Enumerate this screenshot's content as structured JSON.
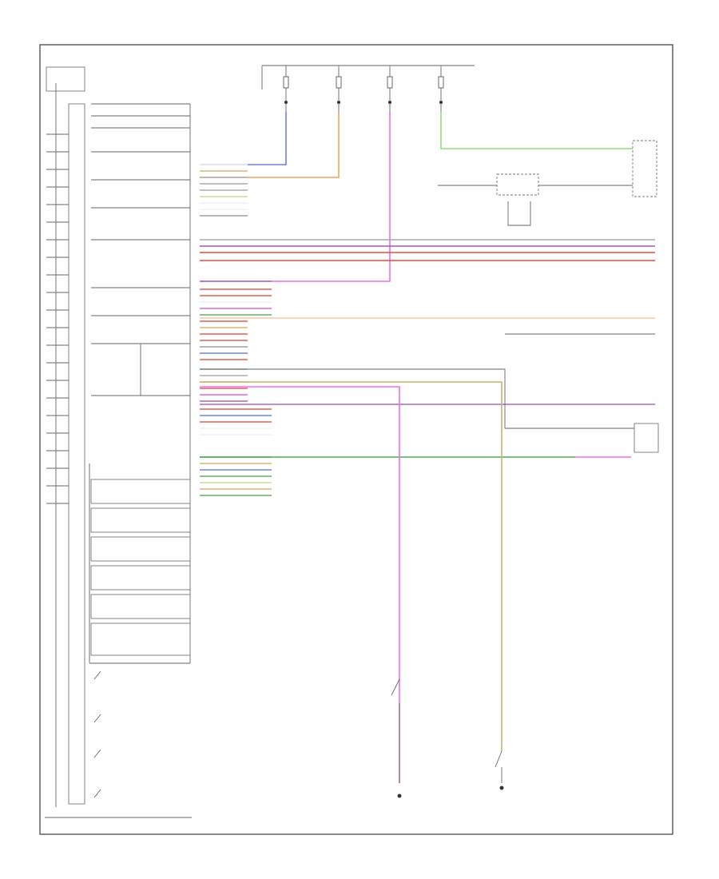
{
  "meta": {
    "badge": "",
    "footer": "",
    "corner": ""
  },
  "module_label": "",
  "left_pins": [
    "",
    "",
    "",
    "",
    "",
    "",
    "",
    "",
    "",
    "",
    "",
    "",
    "",
    "",
    "",
    "",
    "",
    "",
    "",
    "",
    "",
    ""
  ],
  "fuses": [
    {
      "id": "fuse-1",
      "label": "",
      "sub": ""
    },
    {
      "id": "fuse-2",
      "label": "",
      "sub": ""
    },
    {
      "id": "fuse-3",
      "label": "",
      "sub": ""
    },
    {
      "id": "fuse-4",
      "label": "",
      "sub": ""
    }
  ],
  "fuse_note": "",
  "switch_labels": [
    "",
    "",
    "",
    "",
    "",
    "",
    "",
    "",
    "",
    "",
    "",
    "",
    "",
    "",
    "",
    "",
    "",
    "",
    "",
    ""
  ],
  "wires": [
    {
      "label": "",
      "color": "#ffffff",
      "note": ""
    },
    {
      "label": "",
      "color": "#e9b46a",
      "note": ""
    },
    {
      "label": "",
      "color": "#aaaaaa",
      "note": ""
    },
    {
      "label": "",
      "color": "#aaaaaa",
      "note": ""
    },
    {
      "label": "",
      "color": "#aaaaaa",
      "note": ""
    },
    {
      "label": "",
      "color": "#d7e38a",
      "note": ""
    },
    {
      "label": "",
      "color": "#ffffff",
      "note": ""
    },
    {
      "label": "",
      "color": "#ffffff",
      "note": ""
    },
    {
      "label": "",
      "color": "#999999",
      "note": ""
    },
    {
      "label": "",
      "color": "#9b59b6",
      "note": ""
    },
    {
      "label": "",
      "color": "#e74c3c",
      "note": ""
    },
    {
      "label": "",
      "color": "#e74c3c",
      "note": ""
    },
    {
      "label": "",
      "color": "#ffffff",
      "note": ""
    },
    {
      "label": "",
      "color": "#e056e0",
      "note": ""
    },
    {
      "label": "",
      "color": "#4caf50",
      "note": ""
    },
    {
      "label": "",
      "color": "#e74c3c",
      "note": ""
    },
    {
      "label": "",
      "color": "#e9b46a",
      "note": ""
    },
    {
      "label": "",
      "color": "#e74c3c",
      "note": ""
    },
    {
      "label": "",
      "color": "#e74c3c",
      "note": ""
    },
    {
      "label": "",
      "color": "#999999",
      "note": ""
    },
    {
      "label": "",
      "color": "#5b7bf0",
      "note": ""
    },
    {
      "label": "",
      "color": "#e74c3c",
      "note": ""
    },
    {
      "label": "",
      "color": "#999999",
      "note": ""
    },
    {
      "label": "",
      "color": "#aaaaaa",
      "note": ""
    },
    {
      "label": "",
      "color": "#e9b46a",
      "note": ""
    },
    {
      "label": "",
      "color": "#e74c3c",
      "note": ""
    },
    {
      "label": "",
      "color": "#e056e0",
      "note": ""
    },
    {
      "label": "",
      "color": "#9b59b6",
      "note": ""
    },
    {
      "label": "",
      "color": "#e74c3c",
      "note": ""
    },
    {
      "label": "",
      "color": "#5b7bf0",
      "note": ""
    },
    {
      "label": "",
      "color": "#e74c3c",
      "note": ""
    },
    {
      "label": "",
      "color": "#ffffff",
      "note": ""
    },
    {
      "label": "",
      "color": "#ffffff",
      "note": ""
    },
    {
      "label": "",
      "color": "#4caf50",
      "note": ""
    },
    {
      "label": "",
      "color": "#e9b46a",
      "note": ""
    },
    {
      "label": "",
      "color": "#5b7bf0",
      "note": ""
    },
    {
      "label": "",
      "color": "#4caf50",
      "note": ""
    },
    {
      "label": "",
      "color": "#d7e38a",
      "note": ""
    },
    {
      "label": "",
      "color": "#e9b46a",
      "note": ""
    },
    {
      "label": "",
      "color": "#4caf50",
      "note": ""
    }
  ],
  "bus_right_labels": [
    "",
    "",
    "",
    ""
  ],
  "right_labels": [
    "",
    "",
    "",
    "",
    "",
    ""
  ],
  "bottom_components": [
    {
      "label": ""
    },
    {
      "label": ""
    },
    {
      "label": ""
    },
    {
      "label": ""
    }
  ],
  "colors": {
    "orange": "#f0a35a",
    "blue": "#6f7bf5",
    "pink": "#f06ee6",
    "lightgreen": "#8fe07a",
    "green": "#4caf50",
    "purple": "#a66ad1",
    "red": "#e74c3c",
    "peach": "#f7c6a0",
    "olive": "#c9b06b",
    "gray": "#999999"
  }
}
